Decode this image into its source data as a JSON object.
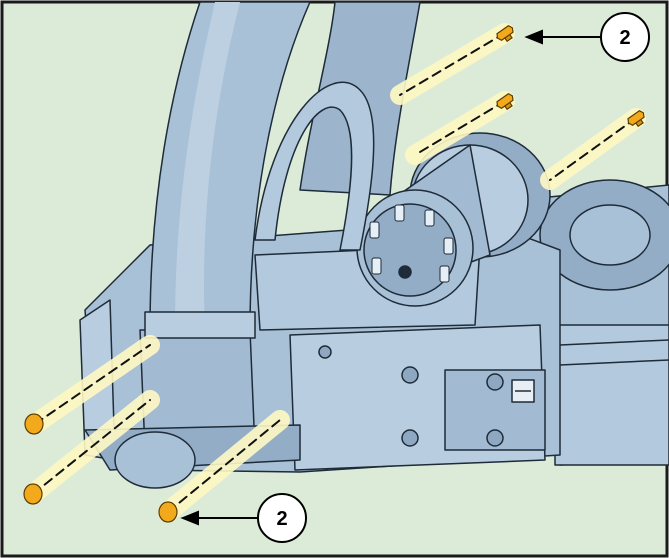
{
  "figure": {
    "background_color": "#dcebd7",
    "frame_color": "#1a1a1a",
    "machine_fill": "#a9c1d7",
    "machine_shadow": "#7f9bb7",
    "machine_outline": "#1e2b38",
    "fastener_color": "#f2a91c",
    "guide_line_highlight": "#fff9c4"
  },
  "callouts": [
    {
      "label": "2",
      "points_to": "top-right-bolts"
    },
    {
      "label": "2",
      "points_to": "bottom-left-bolts"
    }
  ],
  "fasteners": [
    {
      "name": "bolt-top-1",
      "icon": "bolt-icon"
    },
    {
      "name": "bolt-top-2",
      "icon": "bolt-icon"
    },
    {
      "name": "bolt-top-3",
      "icon": "bolt-icon"
    },
    {
      "name": "bolt-bottom-1",
      "icon": "bolt-icon"
    },
    {
      "name": "bolt-bottom-2",
      "icon": "bolt-icon"
    },
    {
      "name": "bolt-bottom-3",
      "icon": "bolt-icon"
    }
  ]
}
